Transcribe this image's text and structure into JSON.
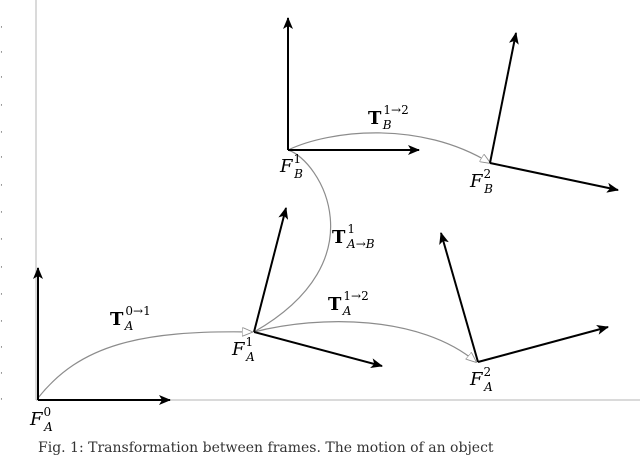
{
  "frames": {
    "A0": {
      "main": "F",
      "sup": "0",
      "sub": "A"
    },
    "A1": {
      "main": "F",
      "sup": "1",
      "sub": "A"
    },
    "A2": {
      "main": "F",
      "sup": "2",
      "sub": "A"
    },
    "B1": {
      "main": "F",
      "sup": "1",
      "sub": "B"
    },
    "B2": {
      "main": "F",
      "sup": "2",
      "sub": "B"
    }
  },
  "transforms": {
    "A01": {
      "main": "T",
      "sup": "0→1",
      "sub": "A"
    },
    "A12": {
      "main": "T",
      "sup": "1→2",
      "sub": "A"
    },
    "B12": {
      "main": "T",
      "sup": "1→2",
      "sub": "B"
    },
    "AB1": {
      "main": "T",
      "sup": "1",
      "sub": "A→B"
    }
  },
  "caption": {
    "text": "Fig. 1: Transformation between frames. The motion of an object"
  },
  "colors": {
    "axis": "#000000",
    "curve": "#8c8c8c",
    "border": "#b4b4b4"
  }
}
